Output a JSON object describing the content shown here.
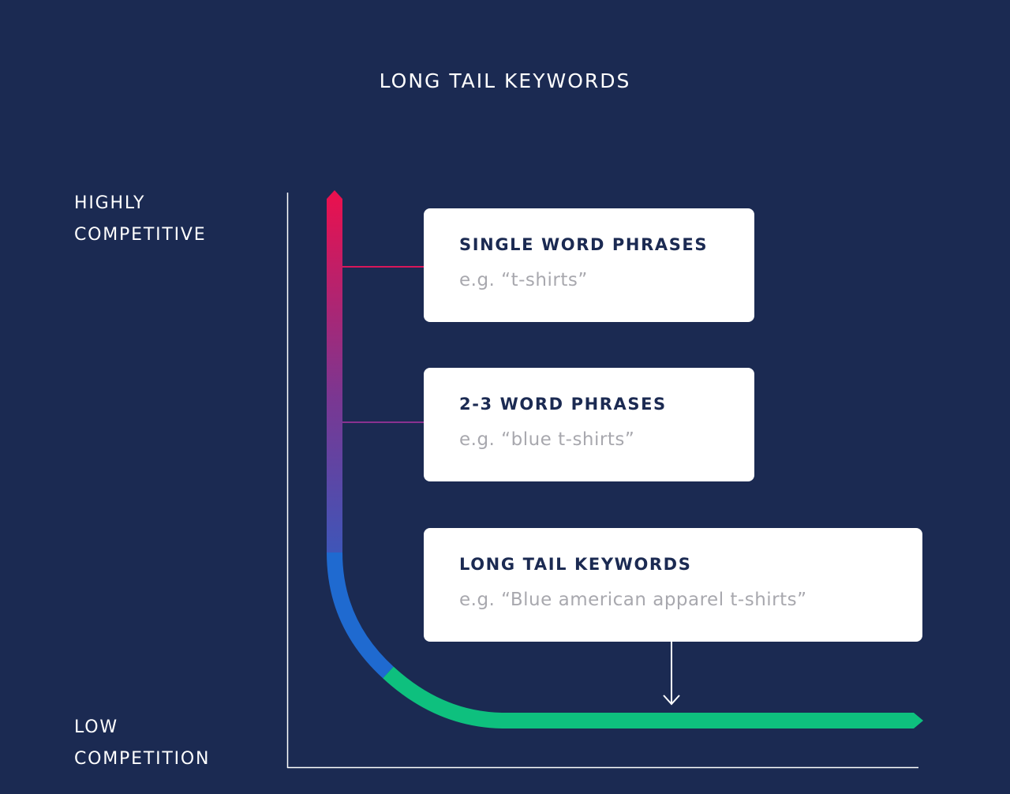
{
  "title": "LONG TAIL KEYWORDS",
  "y_axis": {
    "top_label": [
      "HIGHLY",
      "COMPETITIVE"
    ],
    "bottom_label": [
      "LOW",
      "COMPETITION"
    ]
  },
  "cards": [
    {
      "title": "SINGLE WORD PHRASES",
      "example": "e.g. “t-shirts”"
    },
    {
      "title": "2-3 WORD PHRASES",
      "example": "e.g. “blue t-shirts”"
    },
    {
      "title": "LONG TAIL KEYWORDS",
      "example": "e.g. “Blue american apparel t-shirts”"
    }
  ],
  "colors": {
    "background": "#1b2a52",
    "curve_top": "#e8114f",
    "curve_mid": "#6a3c9c",
    "curve_blue": "#1f6ad0",
    "curve_bottom": "#0ec07e",
    "card_background": "#ffffff",
    "card_title": "#1b2a52",
    "card_example": "#a8a8ae",
    "axis": "#ffffff"
  }
}
